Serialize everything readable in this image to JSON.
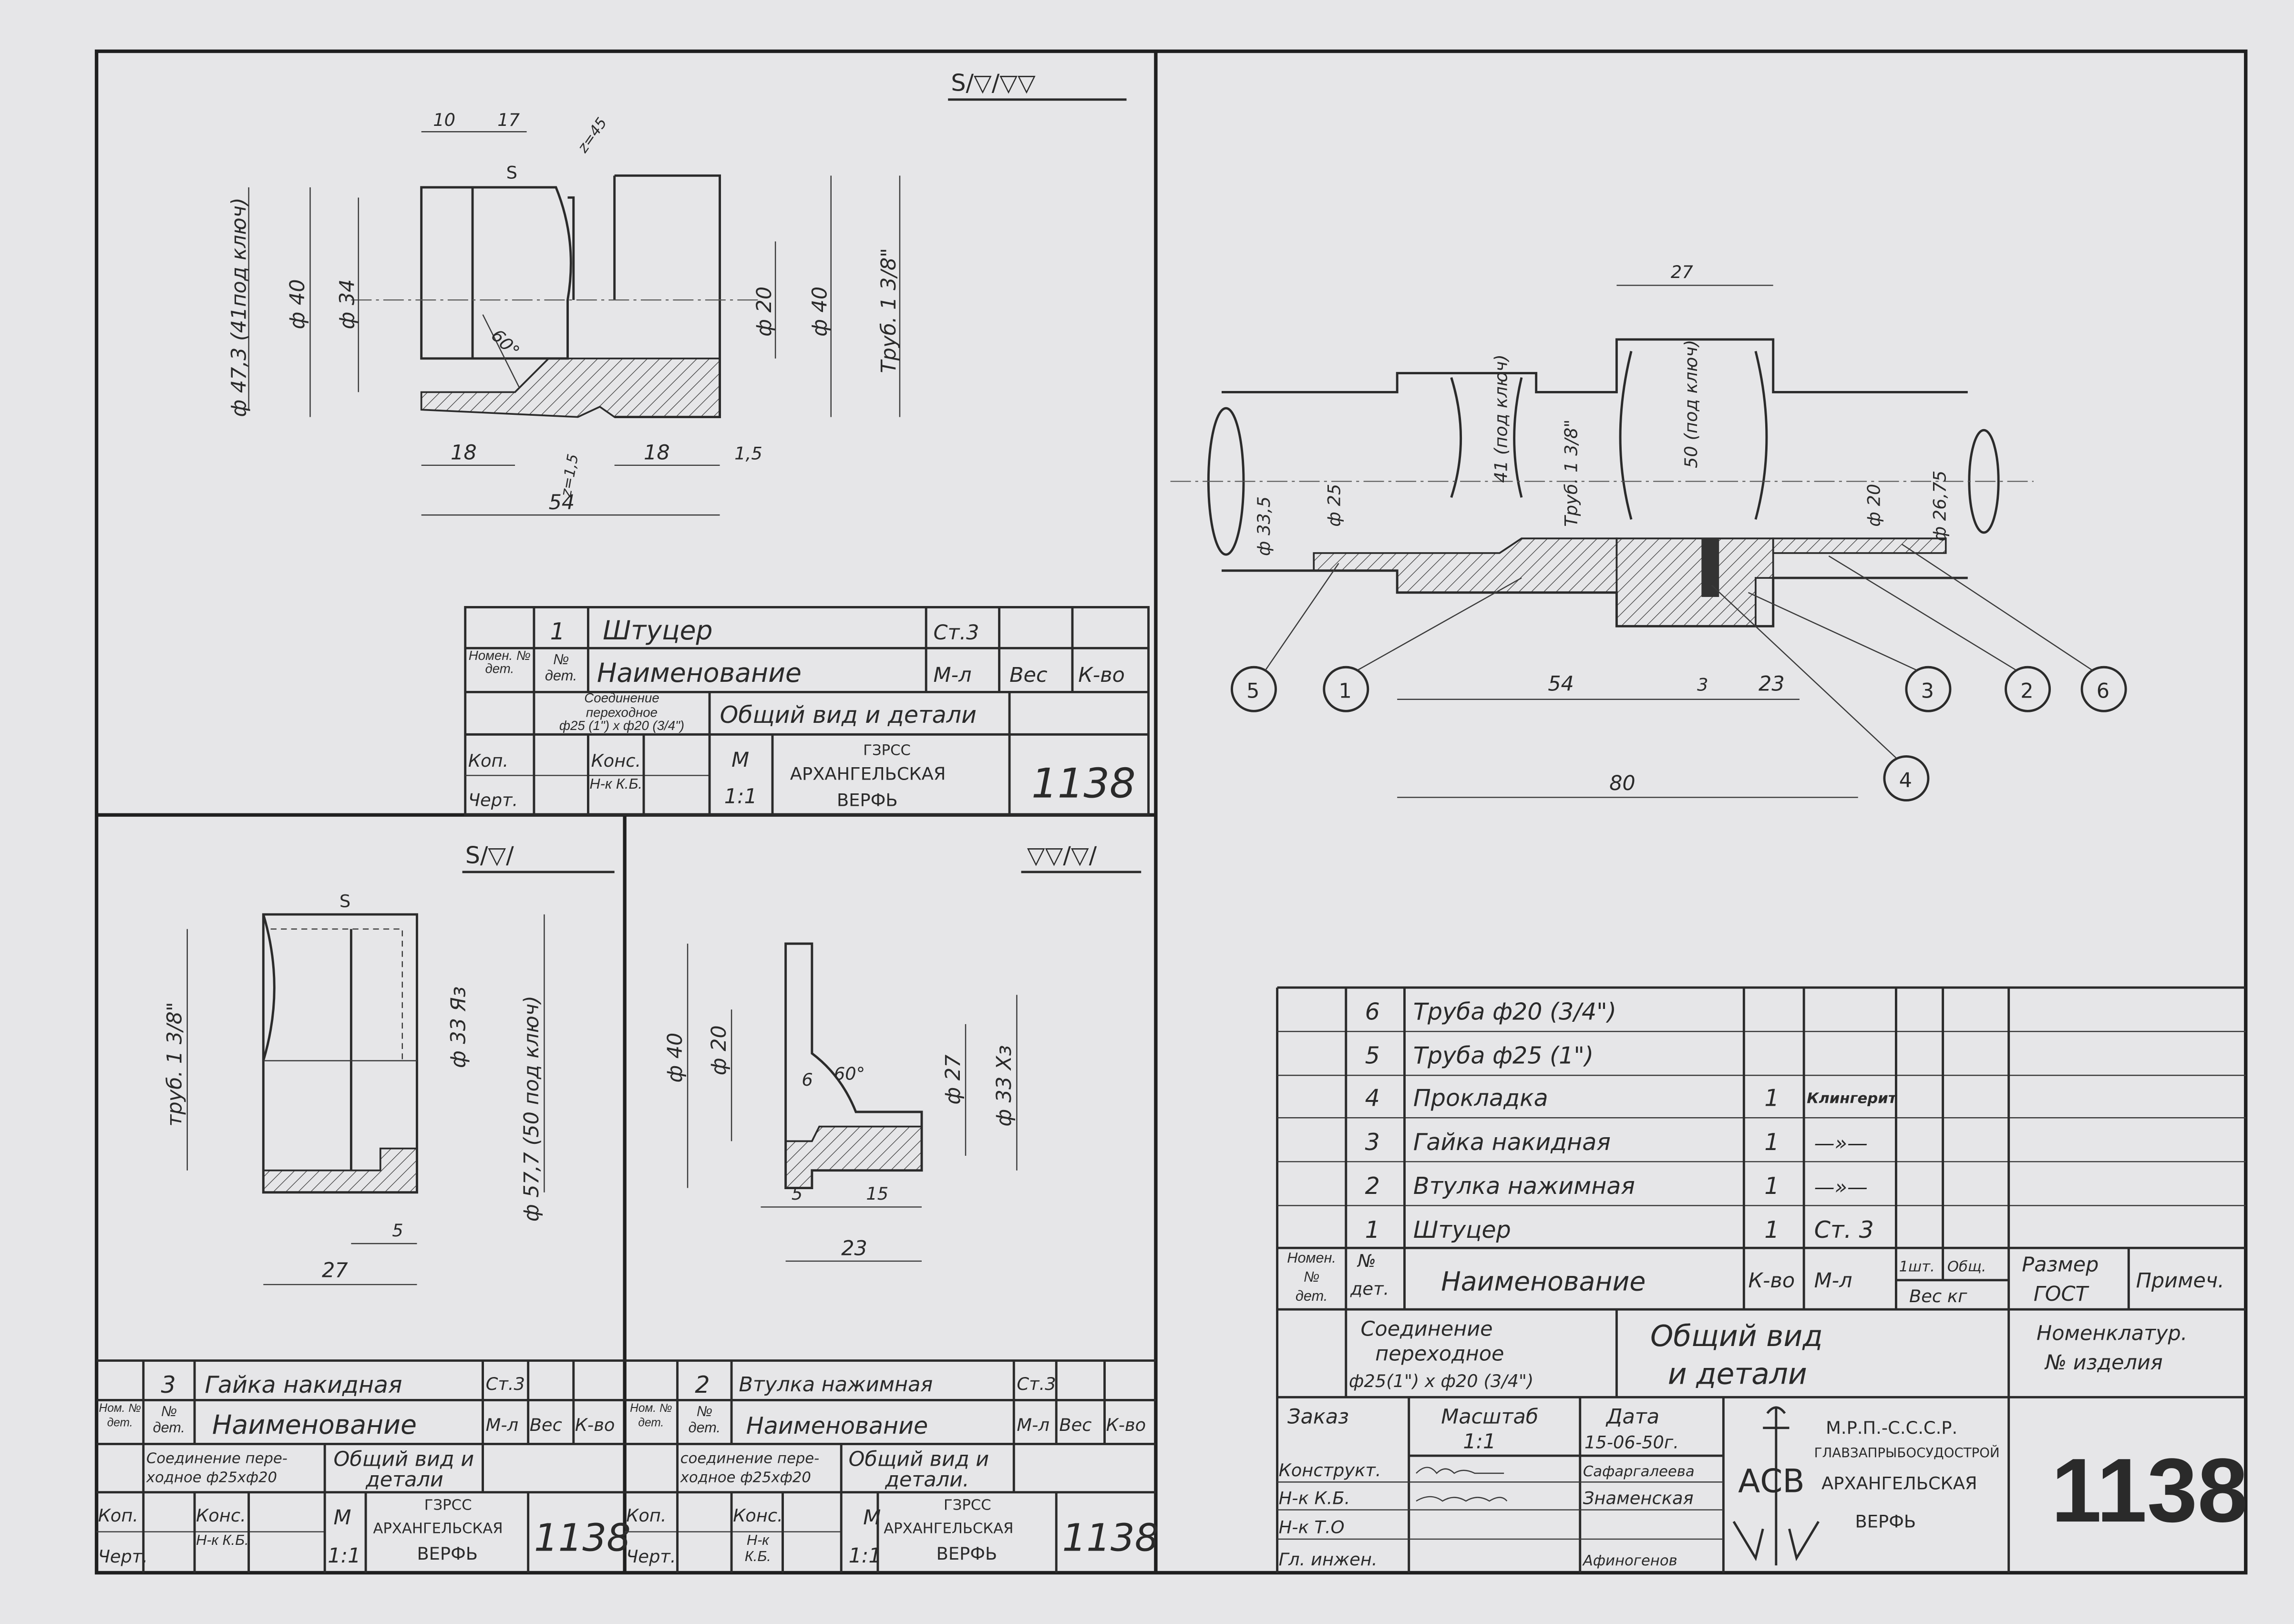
{
  "surface_finish": {
    "part1": "S/▽/▽▽",
    "part3": "S/▽/",
    "part2": "▽▽/▽/"
  },
  "part1_view": {
    "dims": {
      "d10": "10",
      "d17": "17",
      "chamfer_top": "z=45",
      "s_mark": "S",
      "dia47": "ф 47,3 (41под ключ)",
      "dia40a": "ф 40",
      "dia34": "ф 34",
      "angle": "60°",
      "dia20": "ф 20",
      "dia40b": "ф 40",
      "thread": "Труб. 1 3/8\"",
      "d18a": "18",
      "chamfer_bot": "z=1,5",
      "d18b": "18",
      "d15": "1,5",
      "d54": "54"
    }
  },
  "assembly_view": {
    "dims": {
      "d27": "27",
      "key41": "41 (под ключ)",
      "key50": "50 (под ключ)",
      "thread": "Труб. 1 3/8\"",
      "dia335": "ф 33,5",
      "dia25": "ф 25",
      "dia20": "ф 20",
      "dia2675": "ф 26,75",
      "d54": "54",
      "d3": "3",
      "d23": "23",
      "d80": "80"
    },
    "callouts": [
      "5",
      "1",
      "3",
      "2",
      "6",
      "4"
    ]
  },
  "part3_view": {
    "dims": {
      "s_mark": "S",
      "thread": "труб. 1 3/8\"",
      "dia33": "ф 33 Яз",
      "dia577": "ф 57,7 (50 под ключ)",
      "d5": "5",
      "d27": "27"
    }
  },
  "part2_view": {
    "dims": {
      "dia40": "ф 40",
      "dia20": "ф 20",
      "d6": "6",
      "angle": "60°",
      "dia27": "ф 27",
      "dia33": "ф 33 Хз",
      "d5": "5",
      "d15": "15",
      "d23": "23"
    }
  },
  "part_block_1": {
    "no": "1",
    "name": "Штуцер",
    "material": "Ст.3",
    "h_nomen": "Номен. № дет.",
    "h_no": "№ дет.",
    "h_name": "Наименование",
    "h_mat": "М-л",
    "h_weight": "Вес",
    "h_qty": "К-во",
    "assembly_line1": "Соединение",
    "assembly_line2": "переходное",
    "assembly_line3": "ф25 (1\") х ф20 (3/4\")",
    "doc_title": "Общий вид и детали",
    "kop": "Коп.",
    "chert": "Черт.",
    "kons": "Конс.",
    "nk": "Н-к К.Б.",
    "scale_m": "М",
    "scale": "1:1",
    "org1": "ГЗРСС",
    "org2": "АРХАНГЕЛЬСКАЯ",
    "org3": "ВЕРФЬ",
    "number": "1138"
  },
  "part_block_3": {
    "no": "3",
    "name": "Гайка накидная",
    "material": "Ст.3",
    "h_nomen": "Ном. № дет.",
    "h_no": "№ дет.",
    "h_name": "Наименование",
    "h_mat": "М-л",
    "h_weight": "Вес",
    "h_qty": "К-во",
    "assembly_line1": "Соединение пере-",
    "assembly_line2": "ходное ф25хф20",
    "doc_title1": "Общий вид и",
    "doc_title2": "детали",
    "kop": "Коп.",
    "chert": "Черт.",
    "kons": "Конс.",
    "nk": "Н-к К.Б.",
    "scale_m": "М",
    "scale": "1:1",
    "org1": "ГЗРСС",
    "org2": "АРХАНГЕЛЬСКАЯ",
    "org3": "ВЕРФЬ",
    "number": "1138"
  },
  "part_block_2": {
    "no": "2",
    "name": "Втулка нажимная",
    "material": "Ст.3",
    "h_nomen": "Ном. № дет.",
    "h_no": "№ дет.",
    "h_name": "Наименование",
    "h_mat": "М-л",
    "h_weight": "Вес",
    "h_qty": "К-во",
    "assembly_line1": "соединение пере-",
    "assembly_line2": "ходное ф25хф20",
    "doc_title1": "Общий вид и",
    "doc_title2": "детали.",
    "kop": "Коп.",
    "chert": "Черт.",
    "kons": "Конс.",
    "nk": "Н-к К.Б.",
    "scale_m": "М",
    "scale": "1:1",
    "org1": "ГЗРСС",
    "org2": "АРХАНГЕЛЬСКАЯ",
    "org3": "ВЕРФЬ",
    "number": "1138"
  },
  "bill_of_materials": {
    "rows": [
      {
        "no": "6",
        "name": "Труба ф20 (3/4\")",
        "qty": "",
        "material": ""
      },
      {
        "no": "5",
        "name": "Труба ф25 (1\")",
        "qty": "",
        "material": ""
      },
      {
        "no": "4",
        "name": "Прокладка",
        "qty": "1",
        "material": "Клингерит"
      },
      {
        "no": "3",
        "name": "Гайка накидная",
        "qty": "1",
        "material": "—»—"
      },
      {
        "no": "2",
        "name": "Втулка нажимная",
        "qty": "1",
        "material": "—»—"
      },
      {
        "no": "1",
        "name": "Штуцер",
        "qty": "1",
        "material": "Ст. 3"
      }
    ],
    "headers": {
      "nomen1": "Номен.",
      "nomen2": "№",
      "nomen3": "дет.",
      "no1": "№",
      "no2": "дет.",
      "name": "Наименование",
      "qty": "К-во",
      "material": "М-л",
      "w_one": "1шт.",
      "w_total": "Общ.",
      "weight": "Вес кг",
      "size1": "Размер",
      "size2": "ГОСТ",
      "note": "Примеч."
    }
  },
  "main_title_block": {
    "assembly_line1": "Соединение",
    "assembly_line2": "переходное",
    "assembly_line3": "ф25(1\") х ф20 (3/4\")",
    "doc_title1": "Общий вид",
    "doc_title2": "и детали",
    "nomenclature1": "Номенклатур.",
    "nomenclature2": "№ изделия",
    "order": "Заказ",
    "scale_label": "Масштаб",
    "scale": "1:1",
    "date_label": "Дата",
    "date": "15-06-50г.",
    "roles": [
      "Конструкт.",
      "Н-к К.Б.",
      "Н-к Т.О",
      "Гл. инжен."
    ],
    "names": [
      "Сафаргалеева",
      "Знаменская",
      "",
      "Афиногенов"
    ],
    "logo_letters": "АСВ",
    "org1": "М.Р.П.-С.С.С.Р.",
    "org2": "ГЛАВЗАПРЫБОСУДОСТРОЙ",
    "org3": "АРХАНГЕЛЬСКАЯ",
    "org4": "ВЕРФЬ",
    "number": "1138"
  }
}
